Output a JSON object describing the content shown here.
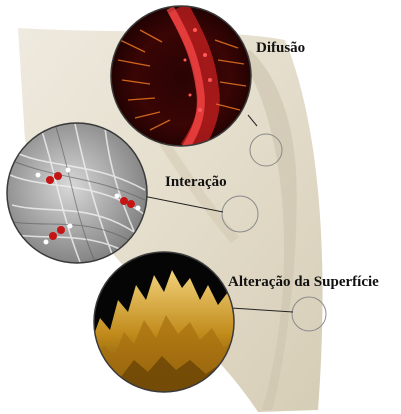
{
  "labels": {
    "diffusion": "Difusão",
    "interaction": "Interação",
    "surface_alteration": "Alteração da Superfície"
  },
  "colors": {
    "background": "#ffffff",
    "tooth_enamel": "#e9e3d4",
    "tooth_shadow": "#cfc6b0",
    "confocal_red": "#d81818",
    "sem_gray": "#8a8a8a",
    "afm_gold": "#c8901c",
    "label_text": "#111111"
  }
}
